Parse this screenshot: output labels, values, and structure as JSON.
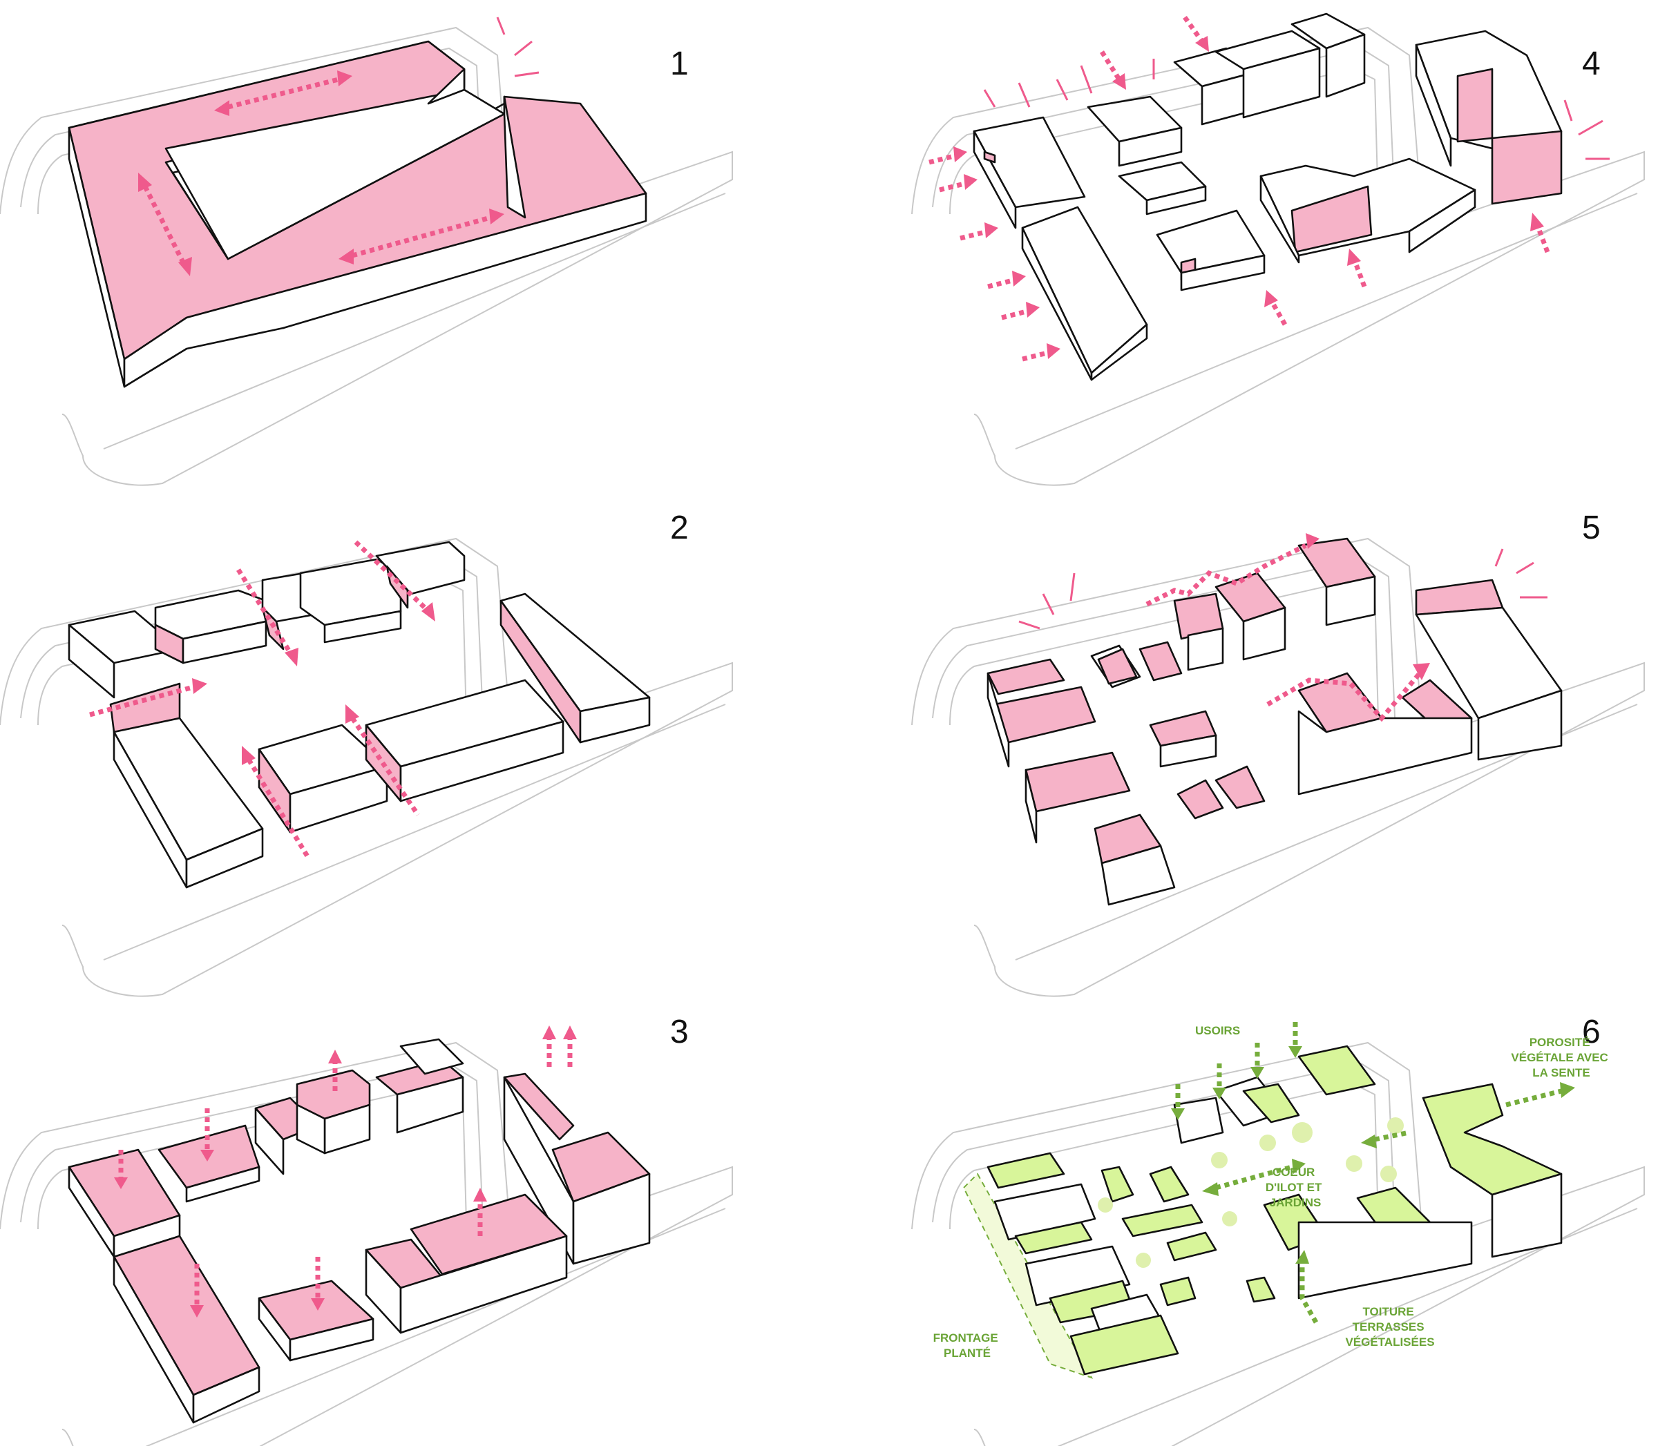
{
  "panels": [
    {
      "id": "1",
      "label": "1"
    },
    {
      "id": "2",
      "label": "2"
    },
    {
      "id": "3",
      "label": "3"
    },
    {
      "id": "4",
      "label": "4"
    },
    {
      "id": "5",
      "label": "5"
    },
    {
      "id": "6",
      "label": "6"
    }
  ],
  "annotations": {
    "usoirs": [
      "USOIRS"
    ],
    "porosite": [
      "POROSITÉ",
      "VÉGÉTALE AVEC",
      "LA SENTE"
    ],
    "coeur": [
      "COEUR",
      "D'ILOT ET",
      "JARDINS"
    ],
    "toiture": [
      "TOITURE",
      "TERRASSES",
      "VÉGÉTALISÉES"
    ],
    "frontage": [
      "FRONTAGE",
      "PLANTÉ"
    ]
  },
  "colors": {
    "accent_pink": "#ef5a8c",
    "roof_pink": "#f6b3c8",
    "accent_green": "#76ad3c",
    "roof_green": "#d8f59a",
    "outline": "#111111",
    "road_line": "#c8c8c8"
  }
}
